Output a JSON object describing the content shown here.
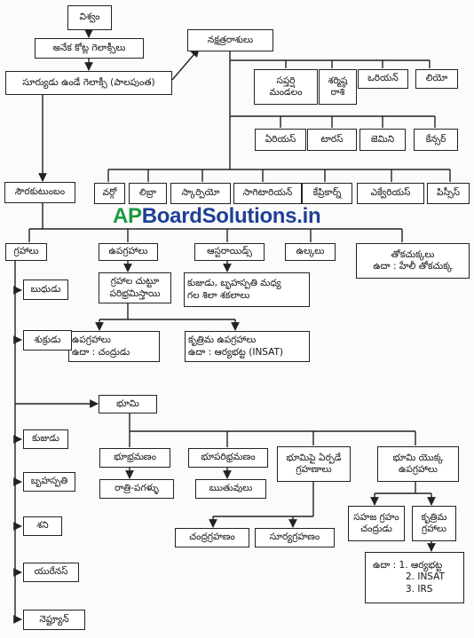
{
  "watermark": {
    "prefix": "AP",
    "rest": "BoardSolutions.in"
  },
  "nodes": {
    "universe": "విశ్వం",
    "galaxies": "అనేక కోట్ల గెలాక్సీలు",
    "milky_way": "సూర్యుడు ఉండే గెలాక్సీ (పాలపుంత)",
    "constellations": "నక్షత్రరాశులు",
    "saptarshi": [
      "సప్తర్షి",
      "మండలం"
    ],
    "sharmishta": [
      "శర్మిష్ఠ",
      "రాశి"
    ],
    "orion": "ఒరియన్",
    "leo": "లియో",
    "aries": "ఏరియస్",
    "taurus": "టారస్",
    "gemini": "జెమిని",
    "cancer": "కేన్సర్",
    "virgo": "వర్గో",
    "libra": "లిబ్రా",
    "scorpio": "స్కార్పియో",
    "sagittarius": "సాగిటారియన్",
    "capricorn": "కేప్రికార్న్",
    "aquarius": "ఎక్వేరియస్",
    "pisces": "పిస్సీస్",
    "solar_system": "సౌరకుటుంబం",
    "planets": "గ్రహాలు",
    "satellites": "ఉపగ్రహాలు",
    "asteroids": "ఆస్టరాయిడ్స్",
    "meteors": "ఉల్కలు",
    "comets": [
      "తోకచుక్కలు",
      "ఉదా : హేలీ తోకచుక్క"
    ],
    "revolve": [
      "గ్రహాల చుట్టూ",
      "పరిభ్రమిస్తాయి"
    ],
    "rock_pieces": [
      "కుజుడు, బృహస్పతి మధ్య",
      "గల శిలా శకలాలు"
    ],
    "natural_sat": [
      "ఉపగ్రహాలు",
      "ఉదా : చంద్రుడు"
    ],
    "artificial_sat": [
      "కృత్రిమ ఉపగ్రహాలు",
      "ఉదా : ఆర్యభట్ట (INSAT)"
    ],
    "mercury": "బుధుడు",
    "venus": "శుక్రుడు",
    "earth": "భూమి",
    "mars": "కుజుడు",
    "jupiter": "బృహస్పతి",
    "saturn": "శని",
    "uranus": "యురేనస్",
    "neptune": "నెప్ట్యూన్",
    "rotation": "భూభ్రమణం",
    "revolution": "భూపరిభ్రమణం",
    "eclipses_on_earth": [
      "భూమిపై ఏర్పడే",
      "గ్రహణాలు"
    ],
    "earth_satellites": [
      "భూమి యొక్క",
      "ఉపగ్రహాలు"
    ],
    "day_night": "రాత్రి-పగళ్ళు",
    "seasons": "ఋతువులు",
    "lunar_eclipse": "చంద్రగ్రహణం",
    "solar_eclipse": "సూర్యగ్రహణం",
    "natural_planet": [
      "సహజ గ్రహం",
      "చంద్రుడు"
    ],
    "artificial": [
      "కృత్రిమ",
      "గ్రహాలు"
    ],
    "examples": {
      "label": "ఉదా :",
      "items": [
        "1. ఆర్యభట్ట",
        "2. INSAT",
        "3. IRS"
      ]
    }
  }
}
